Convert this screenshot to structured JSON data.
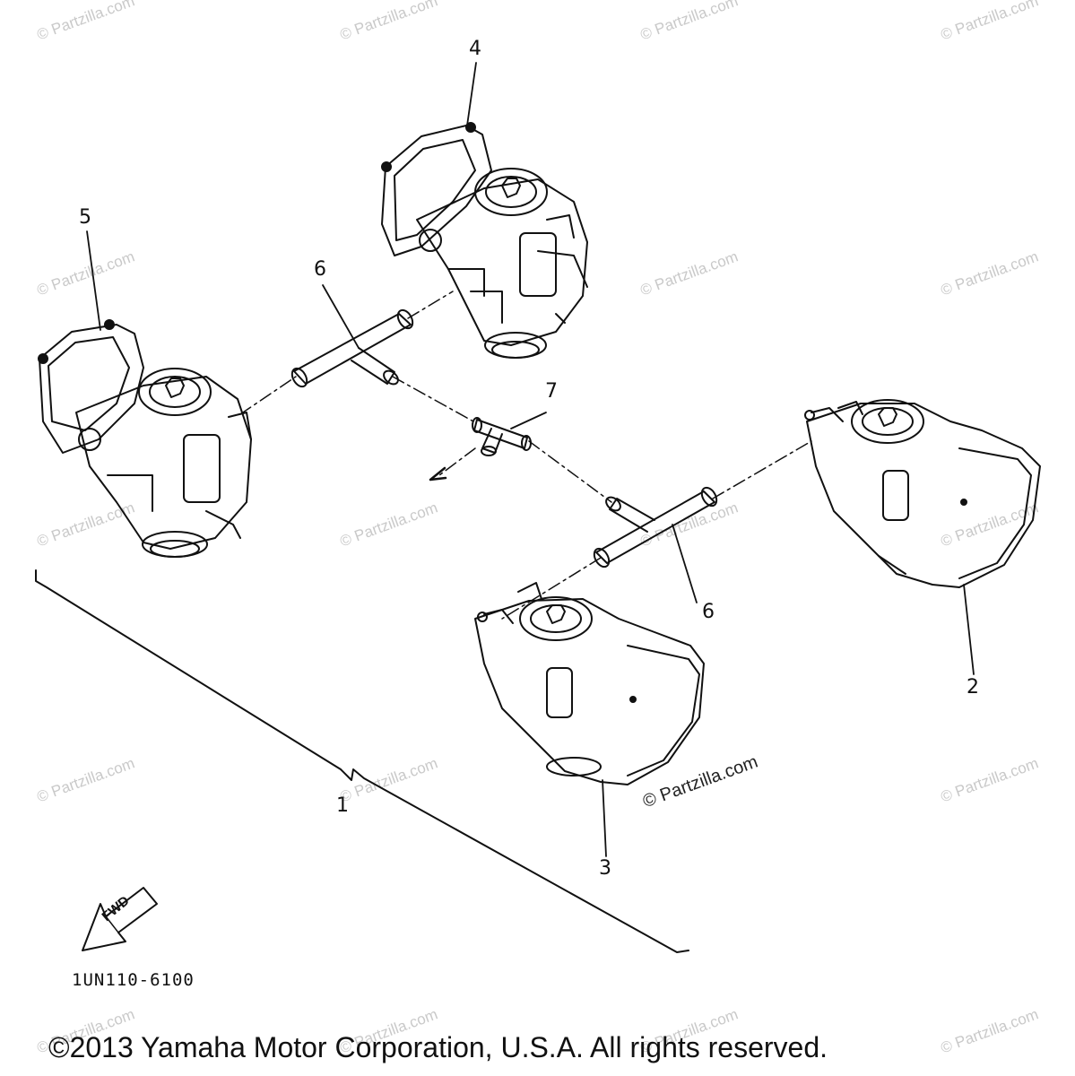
{
  "watermark": {
    "text": "© Partzilla.com"
  },
  "callouts": {
    "c1": "1",
    "c2": "2",
    "c3": "3",
    "c4": "4",
    "c5": "5",
    "c6a": "6",
    "c6b": "6",
    "c7": "7"
  },
  "fwd_arrow": {
    "label": "FWD"
  },
  "part_code": "1UN110-6100",
  "copyright": "©2013 Yamaha Motor Corporation, U.S.A. All rights reserved."
}
